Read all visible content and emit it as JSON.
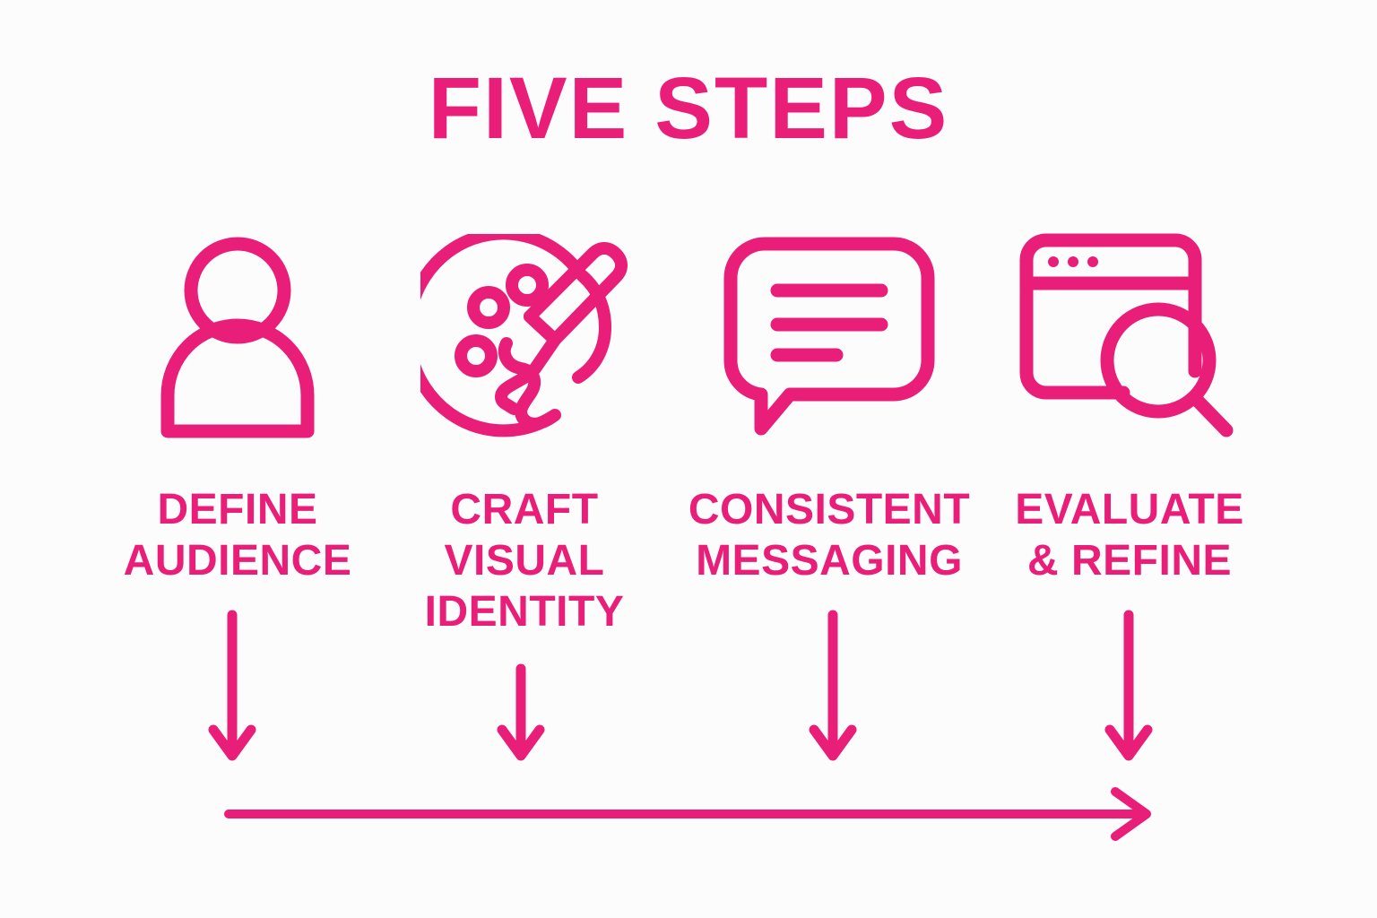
{
  "page": {
    "title": "FIVE STEPS",
    "background_color": "#fdfcfc",
    "accent_color": "#e91e79"
  },
  "steps": [
    {
      "index": 1,
      "label": "DEFINE\nAUDIENCE",
      "icon": "person-icon"
    },
    {
      "index": 2,
      "label": "CRAFT\nVISUAL\nIDENTITY",
      "icon": "palette-brush-icon"
    },
    {
      "index": 3,
      "label": "CONSISTENT\nMESSAGING",
      "icon": "speech-bubble-icon"
    },
    {
      "index": 4,
      "label": "EVALUATE\n& REFINE",
      "icon": "browser-search-icon"
    }
  ],
  "connectors": {
    "down_arrows": [
      {
        "index": 1,
        "icon": "arrow-down-icon"
      },
      {
        "index": 2,
        "icon": "arrow-down-icon"
      },
      {
        "index": 3,
        "icon": "arrow-down-icon"
      },
      {
        "index": 4,
        "icon": "arrow-down-icon"
      }
    ],
    "timeline": {
      "icon": "arrow-right-icon",
      "direction": "right"
    }
  }
}
